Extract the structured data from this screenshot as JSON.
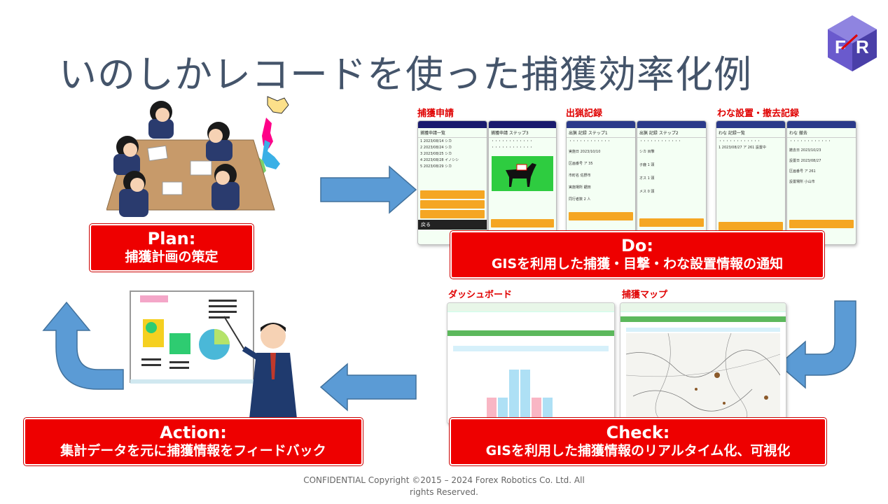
{
  "slide": {
    "title": "いのしかレコードを使った捕獲効率化例",
    "logo_text": "F R"
  },
  "plan": {
    "heading": "Plan:",
    "sub": "捕獲計画の策定"
  },
  "do": {
    "heading": "Do:",
    "sub": "GISを利用した捕獲・目撃・わな設置情報の通知"
  },
  "check": {
    "heading": "Check:",
    "sub": "GISを利用した捕獲情報のリアルタイム化、可視化"
  },
  "action": {
    "heading": "Action:",
    "sub": "集計データを元に捕獲情報をフィードバック"
  },
  "sections": {
    "capture_request": "捕獲申請",
    "hunting_record": "出猟記録",
    "trap_record": "わな設置・撤去記録",
    "dashboard": "ダッシュボード",
    "capture_map": "捕獲マップ"
  },
  "phones": {
    "p1_title": "捕獲申請一覧",
    "p1_rows": [
      "1 2023/08/14 シカ",
      "2 2023/08/24 シカ",
      "3 2023/08/25 シカ",
      "4 2023/08/28 イノシシ",
      "5 2023/08/29 シカ"
    ],
    "p2_title": "捕獲申請 ステップ3",
    "p3_title": "出猟 記録 ステップ1",
    "p3_date": "2023/10/10",
    "p4_title": "出猟 記録 ステップ2",
    "p5_title": "わな 記録一覧",
    "p5_row": "1 2023/08/27 ア 261 設置中",
    "p6_title": "わな 撤去",
    "p6_rows": [
      "2023/10/23",
      "2023/08/27",
      "ア 261",
      "小山市"
    ],
    "back_label": "戻る"
  },
  "colors": {
    "accent_red": "#ee0000",
    "title_gray": "#44546a",
    "arrow_blue": "#5b9bd5",
    "phone_header": "#1a1a6e",
    "button_orange": "#f5a623"
  },
  "footer": {
    "line1": "CONFIDENTIAL Copyright ©2015 – 2024 Forex Robotics Co. Ltd. All",
    "line2": "rights Reserved."
  }
}
